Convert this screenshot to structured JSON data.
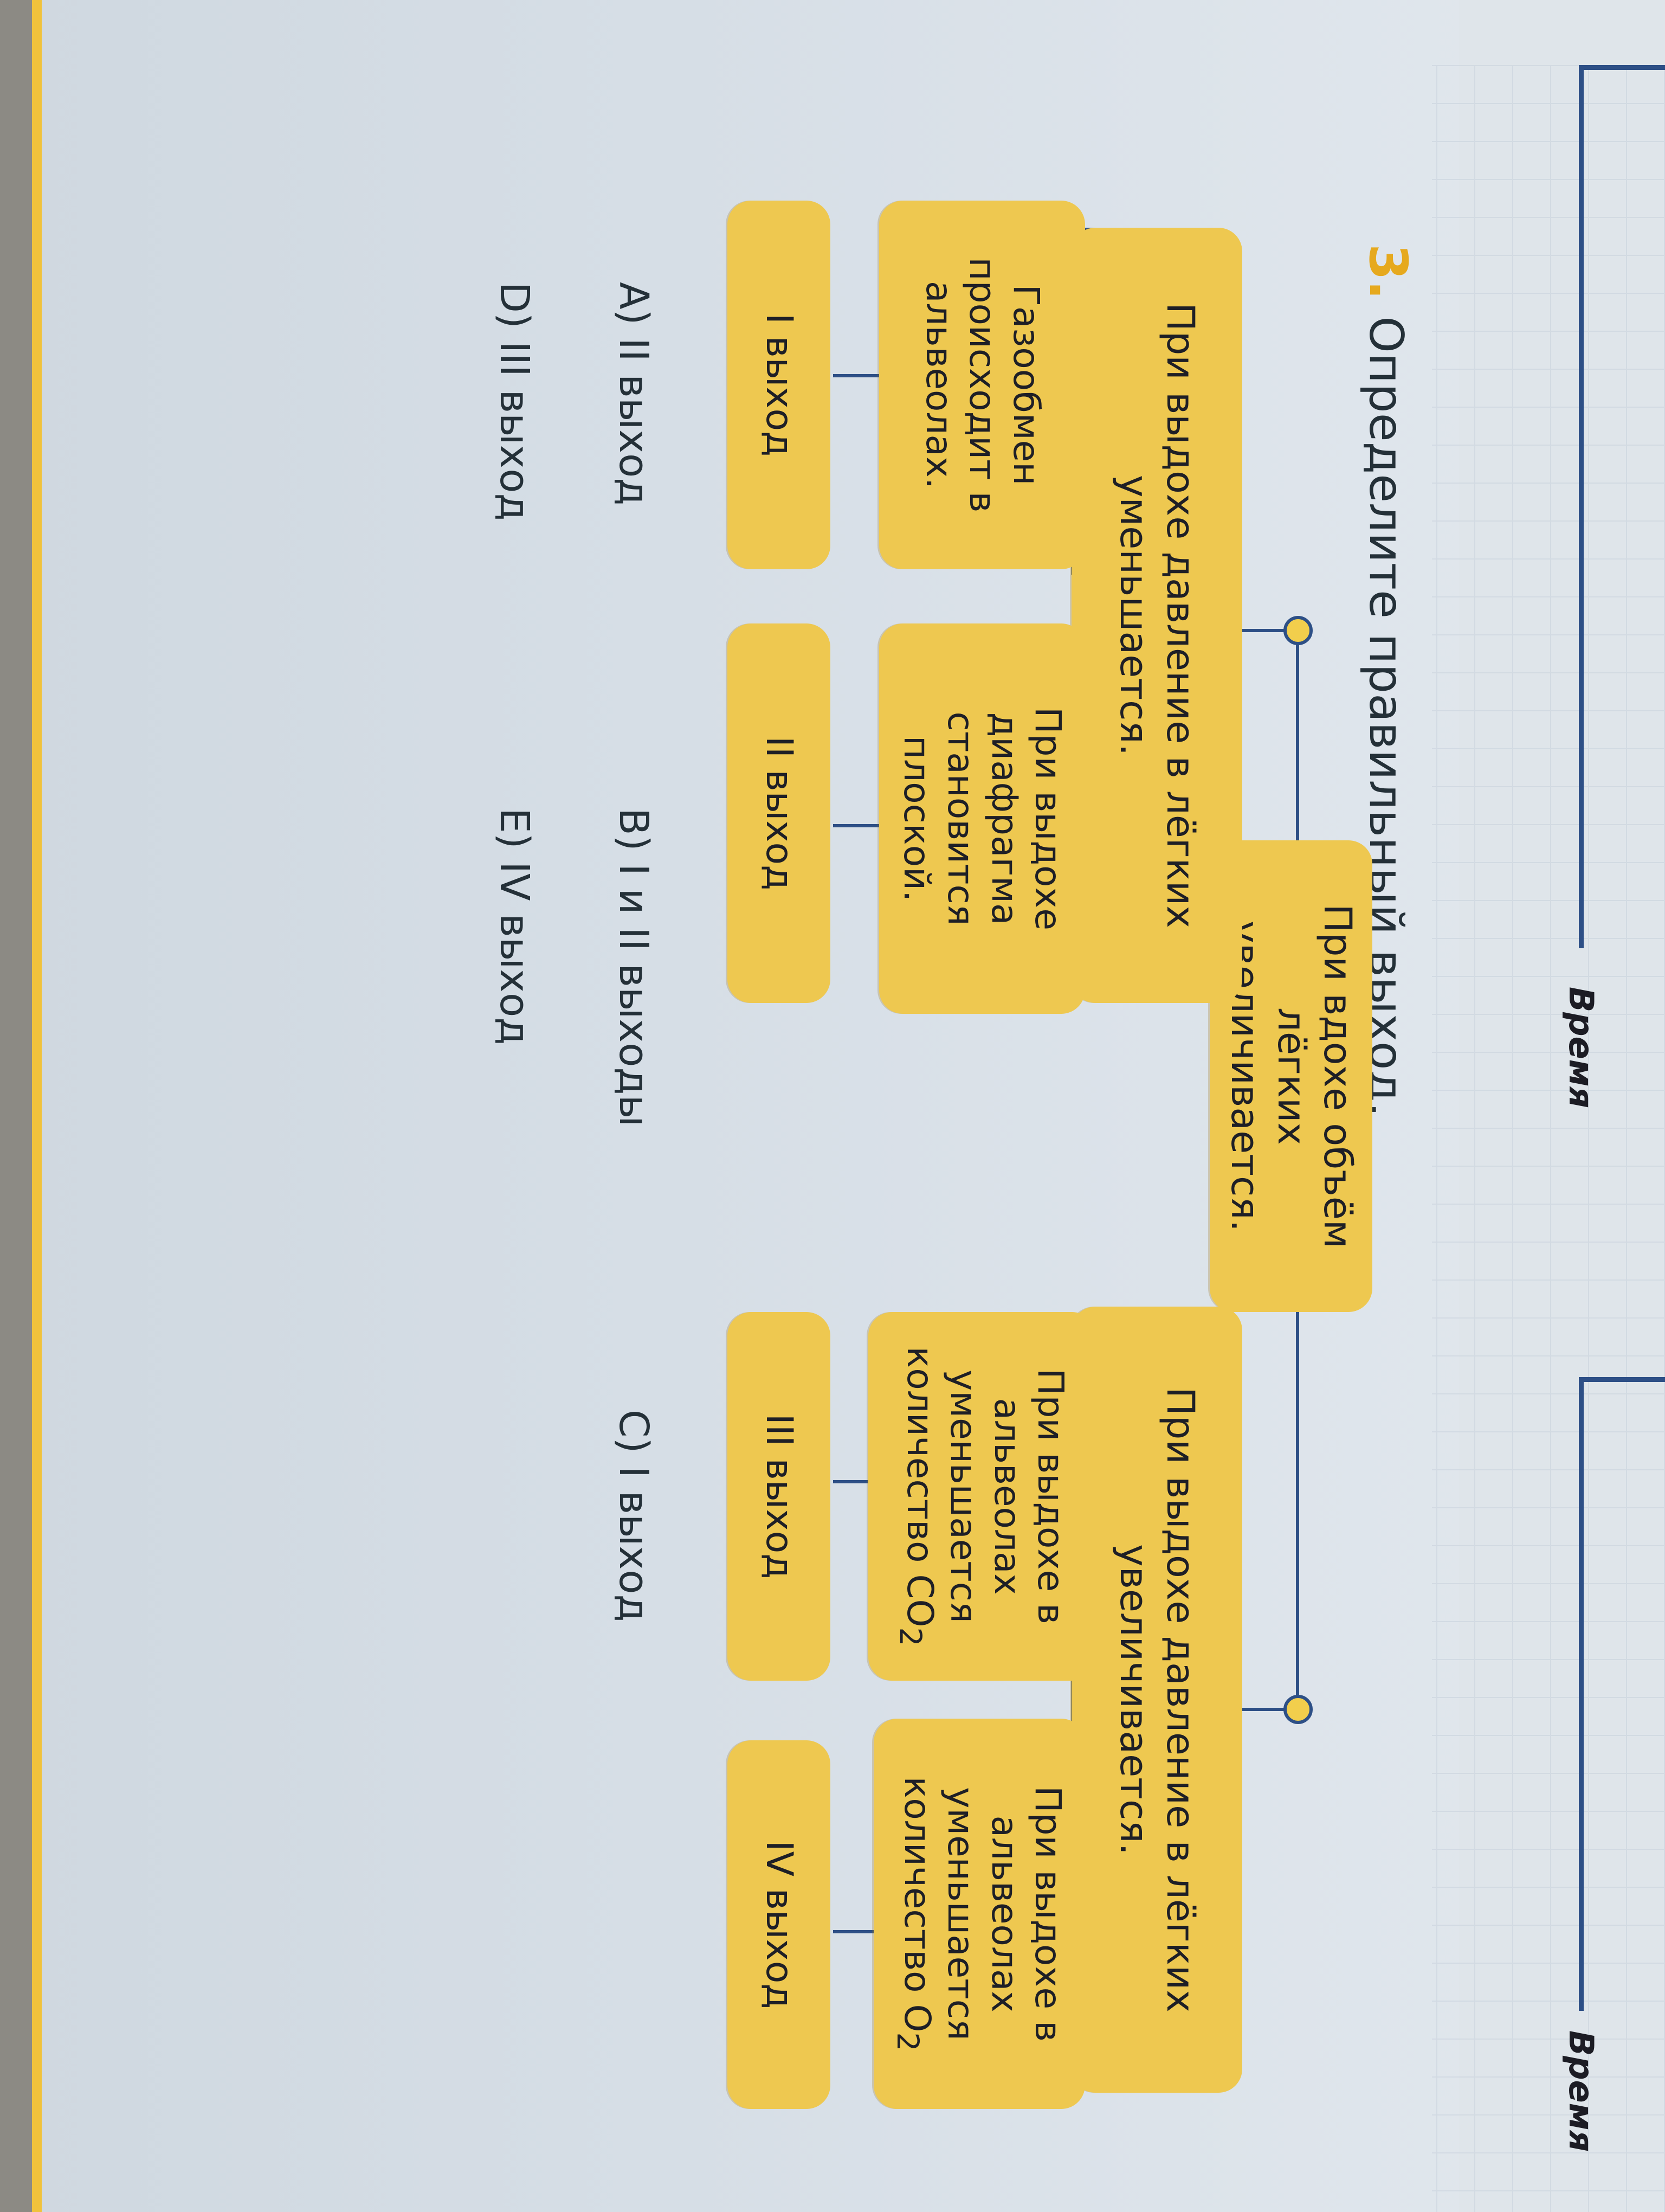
{
  "axis_label": "Время",
  "task": {
    "number": "3.",
    "prompt": "Определите правильный выход."
  },
  "tree": {
    "root": "При вдохе объём лёгких увеличивается.",
    "level1": [
      "При выдохе давление в лёгких уменьшается.",
      "При выдохе давление в лёгких увеличивается."
    ],
    "level2": [
      {
        "line1": "Газообмен происходит в альвеолах."
      },
      {
        "line1": "При выдохе диафрагма становится плоской."
      },
      {
        "line1": "При выдохе в альвеолах уменьшается количество",
        "formula": "CO",
        "sub": "2"
      },
      {
        "line1": "При выдохе в альвеолах уменьшается количество",
        "formula": "O",
        "sub": "2"
      }
    ],
    "exits": [
      "I выход",
      "II выход",
      "III выход",
      "IV выход"
    ]
  },
  "answers": [
    "A) II выход",
    "B) I и II выходы",
    "C) I выход",
    "D) III выход",
    "E) IV выход"
  ],
  "colors": {
    "box": "#eec850",
    "connector": "#2d4f86",
    "number_accent": "#e6a91e"
  }
}
